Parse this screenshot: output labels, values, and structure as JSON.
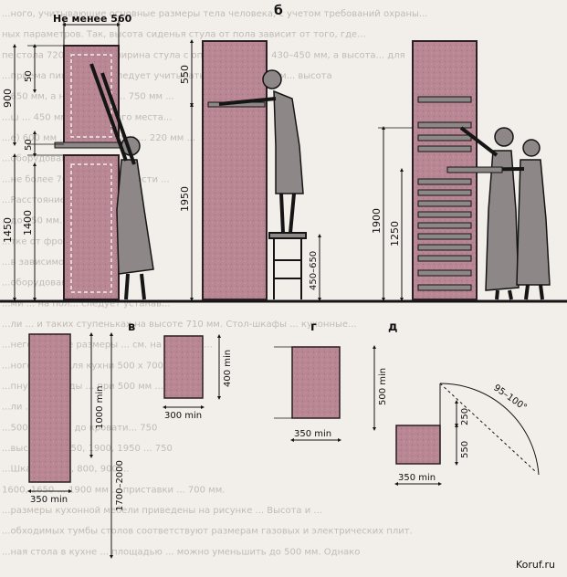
{
  "colors": {
    "paper": "#f2efea",
    "cabinet": "#b98794",
    "cabinet_edge": "#2a1f22",
    "figure": "#8e8788",
    "line": "#151515",
    "bg_text": "#9a8f8a"
  },
  "panel_labels": {
    "b": "б",
    "v": "в",
    "g": "г",
    "d": "д"
  },
  "panel_a": {
    "width_label": "Не менее 560",
    "dim_900": "900",
    "dim_50_top": "50",
    "dim_50_mid": "50",
    "dim_1450": "1450",
    "dim_1400": "1400"
  },
  "panel_b": {
    "dim_550": "550",
    "dim_1950": "1950",
    "dim_450_650": "450–650"
  },
  "panel_c": {
    "dim_1900": "1900",
    "dim_1250": "1250"
  },
  "panel_v": {
    "dim_1000min": "1000 min",
    "dim_1700_2000": "1700–2000",
    "dim_350min": "350 min",
    "dim_400min": "400 min",
    "dim_300min": "300 min"
  },
  "panel_g": {
    "dim_500min": "500 min",
    "dim_350min": "350 min"
  },
  "panel_d": {
    "dim_angle": "95–100°",
    "dim_250": "250",
    "dim_550": "550",
    "dim_350min": "350 min"
  },
  "watermark": "Koruf.ru",
  "background_text": [
    "...ного, учитывающие основные размеры тела человека, с учетом требований охраны...",
    "ных параметров. Так, высота сиденья стула от пола зависит от того, где...",
    "пе стола 720 / 780 мм, ширина стула с опорой сиденья 430–450 мм, а высота... для",
    "...приема пищи также следует учитывать размеры 600 мм... высота",
    "...650 мм, а над столом ... 750 мм ...",
    "...ш ... 450 мм и... рабочего места...",
    "...е) 600 мм ... на тумбе при ... 220 мм ...",
    "...оборудования... до ...",
    "...не более 700 ... в зависимости ...",
    "...Расстояние ... вверх ...",
    "...до 250 мм...",
    "...тке от фронта...",
    "...в зависимости от ...",
    "...оборудования ... до ...",
    "...ми ... на пол... следует устанав...",
    "...ли ... и таких ступеньках на высоте 710 мм. Стол-шкафы ... кухонные...",
    "...него меньше размеры ... см. на рисунок...",
    "...ного стола для кухни 500 x 700 мм.",
    "...пнуэти посуды ... при 500 мм ... 500 мм",
    "...ли ... ...",
    "...500 ... 400 ... до кровати... 750",
    "...высота ... 1650, 1900, 1950 ... 750",
    "...Шкаф ... 726, 800, 900 ...",
    "1600, 1650 ... 1900 мм ... приставки ... 700 мм.",
    "...размеры кухонной мебели приведены на рисунке ... Высота и ...",
    "...обходимых тумбы столов соответствуют размерам газовых и электрических плит.",
    "...ная стола в кухне ... площадью ... можно уменьшить до 500 мм. Однако"
  ]
}
